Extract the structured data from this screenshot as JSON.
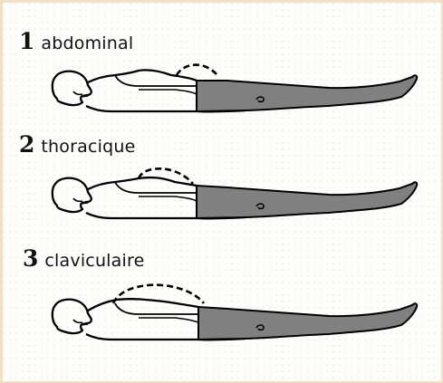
{
  "items": [
    {
      "number": "1",
      "label": "abdominal"
    },
    {
      "number": "2",
      "label": "thoracique"
    },
    {
      "number": "3",
      "label": "claviculaire"
    }
  ],
  "colors": {
    "background": "#fdfdfb",
    "border": "#f3dfc6",
    "body_fill": "#808080",
    "outline": "#000000"
  }
}
